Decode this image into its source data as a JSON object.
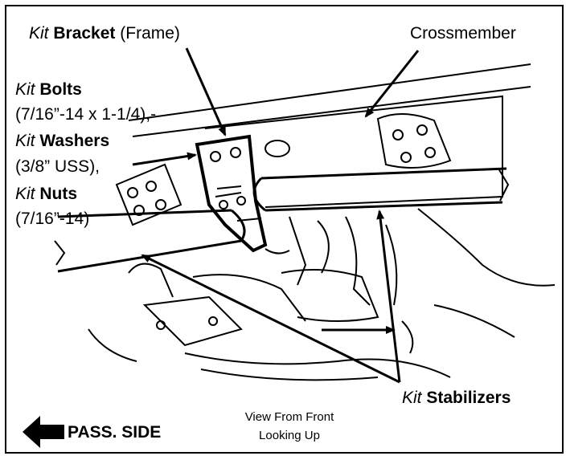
{
  "labels": {
    "bracket": {
      "kit": "Kit",
      "name": "Bracket",
      "suffix": "(Frame)"
    },
    "crossmember": "Crossmember",
    "bolts": {
      "kit": "Kit",
      "name": "Bolts",
      "spec": "(7/16”-14 x 1-1/4),-"
    },
    "washers": {
      "kit": "Kit",
      "name": "Washers",
      "spec": "(3/8” USS),"
    },
    "nuts": {
      "kit": "Kit",
      "name": "Nuts",
      "spec": "(7/16”-14)"
    },
    "stabilizers": {
      "kit": "Kit",
      "name": "Stabilizers"
    },
    "view_line1": "View From Front",
    "view_line2": "Looking Up",
    "pass_side": "PASS. SIDE"
  }
}
